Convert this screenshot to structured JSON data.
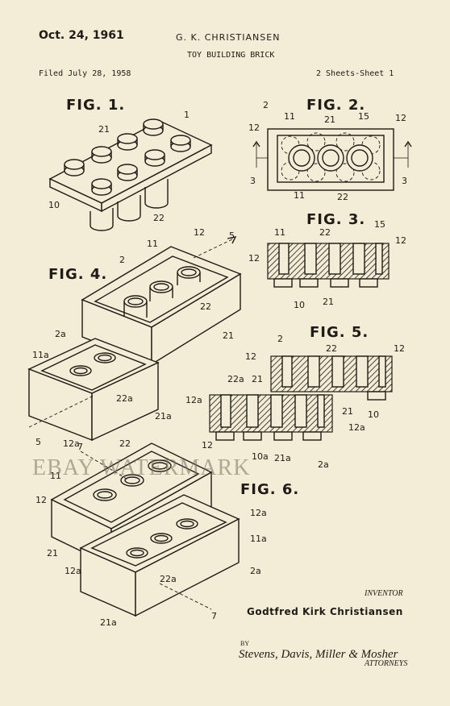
{
  "header": {
    "date": "Oct. 24, 1961",
    "name": "G. K. CHRISTIANSEN",
    "title": "TOY BUILDING BRICK",
    "filed": "Filed July 28, 1958",
    "sheets": "2 Sheets-Sheet 1"
  },
  "figures": {
    "fig1": "FIG. 1.",
    "fig2": "FIG. 2.",
    "fig3": "FIG. 3.",
    "fig4": "FIG. 4.",
    "fig5": "FIG. 5.",
    "fig6": "FIG. 6."
  },
  "labels": {
    "fig1": [
      "1",
      "21",
      "10",
      "22"
    ],
    "fig2": [
      "2",
      "11",
      "21",
      "15",
      "12",
      "12",
      "3",
      "3",
      "11",
      "22"
    ],
    "fig3": [
      "11",
      "22",
      "15",
      "12",
      "12",
      "10",
      "21"
    ],
    "fig4": [
      "2",
      "11",
      "12",
      "5",
      "22",
      "21",
      "2a",
      "11a",
      "22a",
      "21a",
      "5",
      "12a"
    ],
    "fig5": [
      "2",
      "22",
      "12",
      "12",
      "21",
      "22a",
      "12a",
      "21",
      "10",
      "12a",
      "10a",
      "21a",
      "2a"
    ],
    "fig6": [
      "7",
      "22",
      "12",
      "11",
      "12",
      "12a",
      "11a",
      "21",
      "12a",
      "22a",
      "2a",
      "21a",
      "7"
    ]
  },
  "watermark": "EBAY WATERMARK",
  "footer": {
    "inventor_label": "INVENTOR",
    "inventor_name": "Godtfred Kirk Christiansen",
    "by": "BY",
    "attorneys_signature": "Stevens, Davis, Miller & Mosher",
    "attorneys_label": "ATTORNEYS"
  },
  "colors": {
    "paper": "#f3ecd6",
    "ink": "#1f1b16"
  }
}
